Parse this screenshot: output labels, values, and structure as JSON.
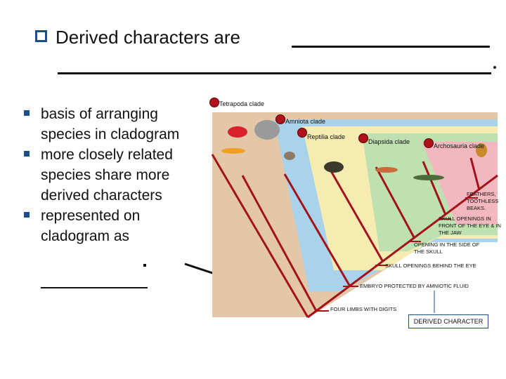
{
  "title": {
    "text": "Derived characters are"
  },
  "bullets": [
    "basis of arranging species in cladogram",
    "more closely related species share more derived characters",
    "represented on cladogram as"
  ],
  "cladogram": {
    "clades": [
      "Tetrapoda clade",
      "Amniota clade",
      "Reptilia clade",
      "Diapsida clade",
      "Archosauria clade"
    ],
    "characters": [
      "FEATHERS, TOOTHLESS BEAKS.",
      "SKULL OPENINGS IN FRONT OF THE EYE & IN THE JAW",
      "OPENING IN THE SIDE OF THE SKULL",
      "SKULL OPENINGS BEHIND THE EYE",
      "EMBRYO PROTECTED BY AMNIOTIC FLUID",
      "FOUR LIMBS WITH DIGITS"
    ],
    "derived_label": "DERIVED CHARACTER",
    "colors": {
      "tetrapoda": "#e3c7a8",
      "amniota": "#a9d3ea",
      "reptilia": "#f6ecb2",
      "diapsida": "#bfe0b0",
      "archosauria": "#f3b8bf",
      "branch": "#a3111b"
    }
  }
}
